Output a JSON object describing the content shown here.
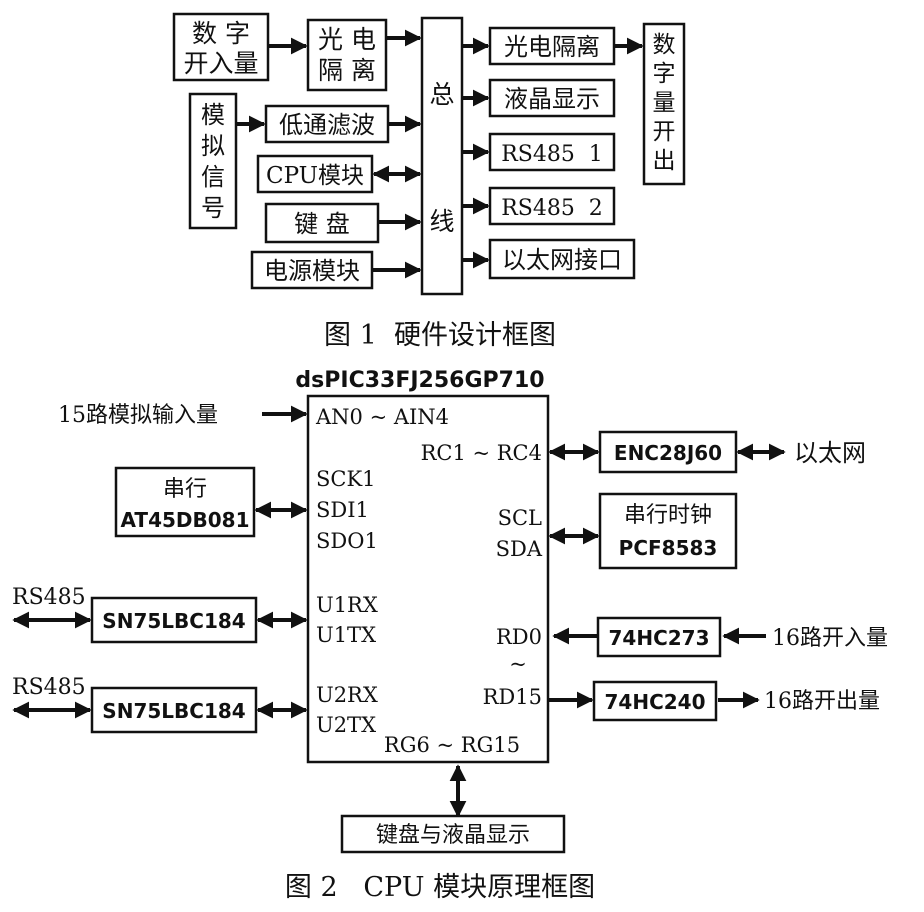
{
  "figure1": {
    "caption": "图 1  硬件设计框图",
    "inputs": {
      "digital_in": [
        "数 字",
        "开入量"
      ],
      "optical_left": [
        "光 电",
        "隔 离"
      ],
      "analog_signal": [
        "模",
        "拟",
        "信",
        "号"
      ],
      "lowpass": "低通滤波",
      "cpu": "CPU模块",
      "keyboard": "键 盘",
      "power": "电源模块"
    },
    "bus": [
      "总",
      "线"
    ],
    "outputs": {
      "optical_right": "光电隔离",
      "lcd": "液晶显示",
      "rs485_1": "RS485  1",
      "rs485_2": "RS485  2",
      "ethernet_if": "以太网接口",
      "digital_out": [
        "数",
        "字",
        "量",
        "开",
        "出"
      ]
    }
  },
  "figure2": {
    "caption": "图 2   CPU 模块原理框图",
    "chip_name": "dsPIC33FJ256GP710",
    "pins_left": {
      "an": "AN0 ~ AIN4",
      "sck": "SCK1",
      "sdi": "SDI1",
      "sdo": "SDO1",
      "u1rx": "U1RX",
      "u1tx": "U1TX",
      "u2rx": "U2RX",
      "u2tx": "U2TX"
    },
    "pins_right": {
      "rc": "RC1 ~ RC4",
      "scl": "SCL",
      "sda": "SDA",
      "rd0": "RD0",
      "tilde": "~",
      "rd15": "RD15"
    },
    "pins_bottom": "RG6 ~ RG15",
    "analog_input_label": "15路模拟输入量",
    "flash": [
      "串行",
      "AT45DB081"
    ],
    "rs485_label_1": "RS485",
    "rs485_label_2": "RS485",
    "transceiver_1": "SN75LBC184",
    "transceiver_2": "SN75LBC184",
    "enc": "ENC28J60",
    "ethernet": "以太网",
    "clock": [
      "串行时钟",
      "PCF8583"
    ],
    "latch": "74HC273",
    "buffer": "74HC240",
    "din16": "16路开入量",
    "dout16": "16路开出量",
    "kbd_lcd": "键盘与液晶显示"
  }
}
